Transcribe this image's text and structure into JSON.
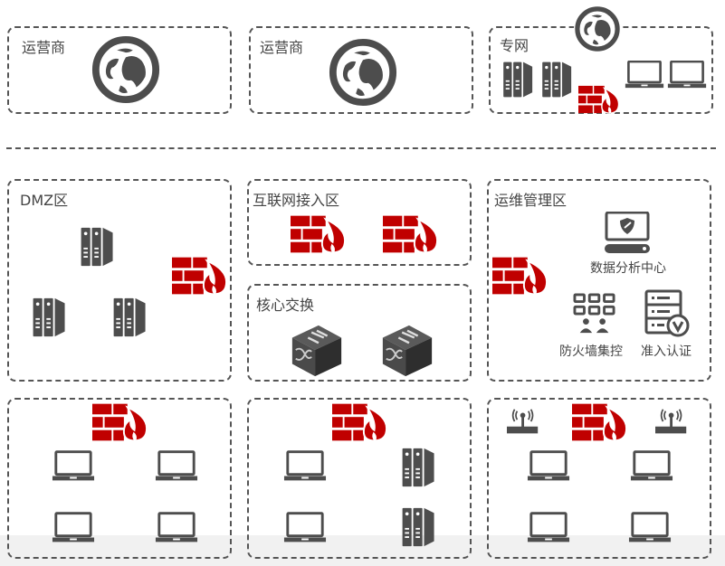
{
  "colors": {
    "icon_gray": "#4d4d4d",
    "firewall_red": "#c00000",
    "border": "#555555"
  },
  "top_row": {
    "zones": [
      {
        "label": "运营商",
        "icons": [
          "globe-icon"
        ]
      },
      {
        "label": "运营商",
        "icons": [
          "globe-icon"
        ]
      },
      {
        "label": "专网",
        "icons": [
          "globe-icon",
          "server-icon",
          "server-icon",
          "firewall-icon",
          "laptop-icon",
          "laptop-icon"
        ]
      }
    ]
  },
  "middle_row": {
    "dmz": {
      "label": "DMZ区",
      "icons": [
        "server-icon",
        "server-icon",
        "server-icon",
        "firewall-icon"
      ]
    },
    "internet_access": {
      "label": "互联网接入区",
      "icons": [
        "firewall-icon",
        "firewall-icon"
      ]
    },
    "core_switch": {
      "label": "核心交换",
      "icons": [
        "switch-icon",
        "switch-icon"
      ]
    },
    "ops": {
      "label": "运维管理区",
      "items": [
        {
          "label": "数据分析中心",
          "icon": "monitor-shield-icon"
        },
        {
          "label": "防火墙集控",
          "icon": "grid-users-icon"
        },
        {
          "label": "准入认证",
          "icon": "server-check-icon"
        }
      ]
    }
  },
  "bottom_row": {
    "zones": [
      {
        "icons": [
          "firewall-icon",
          "laptop-icon",
          "laptop-icon",
          "laptop-icon",
          "laptop-icon"
        ]
      },
      {
        "icons": [
          "firewall-icon",
          "laptop-icon",
          "server-icon",
          "laptop-icon",
          "server-icon"
        ]
      },
      {
        "icons": [
          "wifi-router-icon",
          "firewall-icon",
          "wifi-router-icon",
          "laptop-icon",
          "laptop-icon",
          "laptop-icon",
          "laptop-icon"
        ]
      }
    ]
  }
}
